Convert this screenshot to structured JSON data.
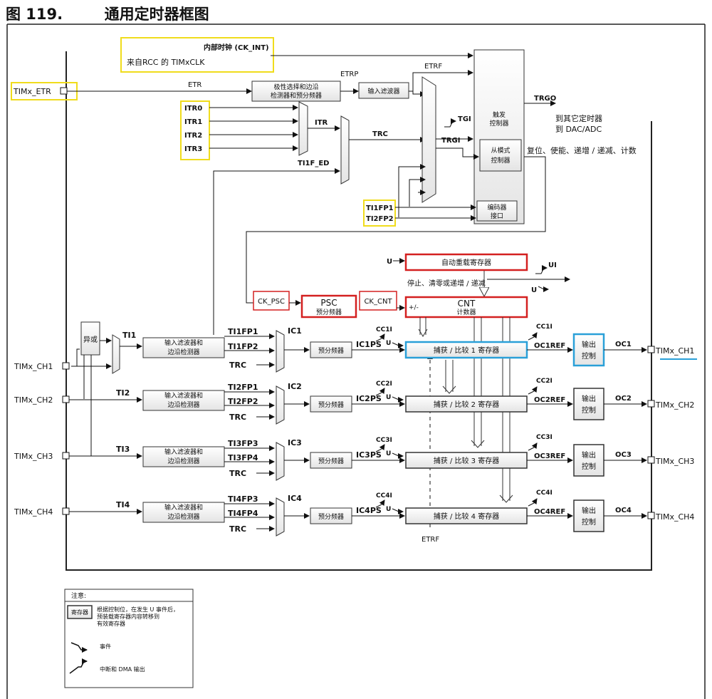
{
  "figure_title": "图 119.        通用定时器框图",
  "clock": {
    "internal_clock": "内部时钟 (CK_INT)",
    "from_rcc": "来自RCC 的 TIMxCLK",
    "etr_input": "TIMx_ETR",
    "etr": "ETR",
    "etrp": "ETRP",
    "etrf": "ETRF",
    "polarity_block": [
      "极性选择和边沿",
      "检测器和预分频器"
    ],
    "input_filter": "输入滤波器",
    "itr": [
      "ITR0",
      "ITR1",
      "ITR2",
      "ITR3"
    ],
    "itr_out": "ITR",
    "ti1f_ed": "TI1F_ED",
    "trc": "TRC",
    "trgi": "TRGI",
    "tgi": "TGI",
    "trgo": "TRGO",
    "to_other": [
      "到其它定时器",
      "到 DAC/ADC"
    ],
    "trigger_controller": [
      "触发",
      "控制器"
    ],
    "slave_controller": [
      "从模式",
      "控制器"
    ],
    "encoder": [
      "编码器",
      "接口"
    ],
    "ti1fp1": "TI1FP1",
    "ti2fp2": "TI2FP2",
    "slave_actions": "复位、使能、递增 / 递减、计数"
  },
  "counter": {
    "u": "U",
    "auto_reload": "自动重载寄存器",
    "ui": "UI",
    "stop_text": "停止、清零或递增 / 递减",
    "ck_psc": "CK_PSC",
    "psc": "PSC",
    "psc_sub": "预分频器",
    "ck_cnt": "CK_CNT",
    "cnt": "CNT",
    "cnt_sub": "计数器",
    "plusminus": "+/-"
  },
  "channels": [
    {
      "pin": "TIMx_CH1",
      "ti": "TI1",
      "fp_a": "TI1FP1",
      "fp_b": "TI1FP2",
      "ic": "IC1",
      "icps": "IC1PS",
      "cci": "CC1I",
      "reg": "捕获 / 比较 1 寄存器",
      "ocref": "OC1REF",
      "cci_out": "CC1I",
      "oc": "OC1"
    },
    {
      "pin": "TIMx_CH2",
      "ti": "TI2",
      "fp_a": "TI2FP1",
      "fp_b": "TI2FP2",
      "ic": "IC2",
      "icps": "IC2PS",
      "cci": "CC2I",
      "reg": "捕获 / 比较 2 寄存器",
      "ocref": "OC2REF",
      "cci_out": "CC2I",
      "oc": "OC2"
    },
    {
      "pin": "TIMx_CH3",
      "ti": "TI3",
      "fp_a": "TI3FP3",
      "fp_b": "TI3FP4",
      "ic": "IC3",
      "icps": "IC3PS",
      "cci": "CC3I",
      "reg": "捕获 / 比较 3 寄存器",
      "ocref": "OC3REF",
      "cci_out": "CC3I",
      "oc": "OC3"
    },
    {
      "pin": "TIMx_CH4",
      "ti": "TI4",
      "fp_a": "TI4FP3",
      "fp_b": "TI4FP4",
      "ic": "IC4",
      "icps": "IC4PS",
      "cci": "CC4I",
      "reg": "捕获 / 比较 4 寄存器",
      "ocref": "OC4REF",
      "cci_out": "CC4I",
      "oc": "OC4"
    }
  ],
  "common": {
    "xor": "异或",
    "filter_block": [
      "输入滤波器和",
      "边沿检测器"
    ],
    "prescaler": "预分频器",
    "trc": "TRC",
    "output_control": [
      "输出",
      "控制"
    ],
    "etrf_bottom": "ETRF",
    "u": "U"
  },
  "legend": {
    "title": "注意:",
    "reg_box": "寄存器",
    "reg_desc": [
      "根据控制位，在发生 U 事件后，",
      "预装载寄存器内容转移到",
      "有效寄存器"
    ],
    "event": "事件",
    "interrupt": "中断和 DMA 输出"
  },
  "colors": {
    "red": "#d42020",
    "yellow": "#f0dc1c",
    "blue": "#2aa0d8"
  }
}
